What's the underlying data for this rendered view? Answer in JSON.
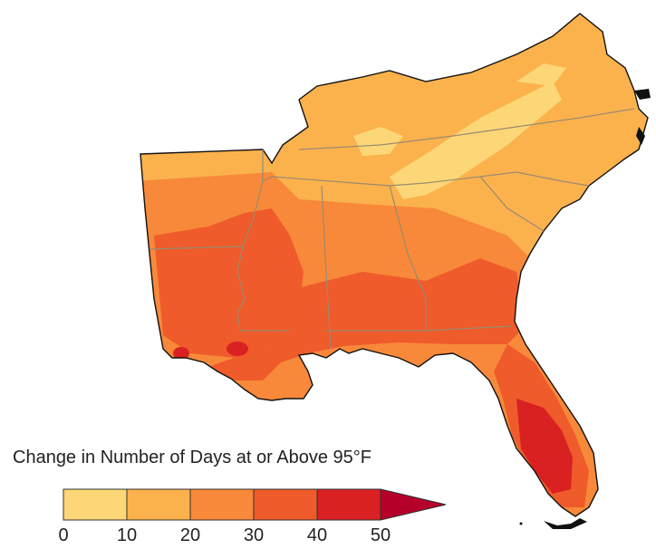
{
  "legend": {
    "title": "Change in Number of Days at or Above 95°F",
    "bins": [
      {
        "from": 0,
        "to": 10,
        "color": "#fdd777"
      },
      {
        "from": 10,
        "to": 20,
        "color": "#fbb24d"
      },
      {
        "from": 20,
        "to": 30,
        "color": "#f8893a"
      },
      {
        "from": 30,
        "to": 40,
        "color": "#ef5b2a"
      },
      {
        "from": 40,
        "to": 50,
        "color": "#d92122"
      }
    ],
    "overflow_color": "#b5002a",
    "ticks": [
      "0",
      "10",
      "20",
      "30",
      "40",
      "50"
    ]
  },
  "map": {
    "region": "Southeastern United States",
    "colors": {
      "bin_0_10": "#fdd777",
      "bin_10_20": "#fbb24d",
      "bin_20_30": "#f8893a",
      "bin_30_40": "#ef5b2a",
      "bin_40_50": "#d92122",
      "state_border": "#9a8a70",
      "coast": "#111111"
    }
  }
}
